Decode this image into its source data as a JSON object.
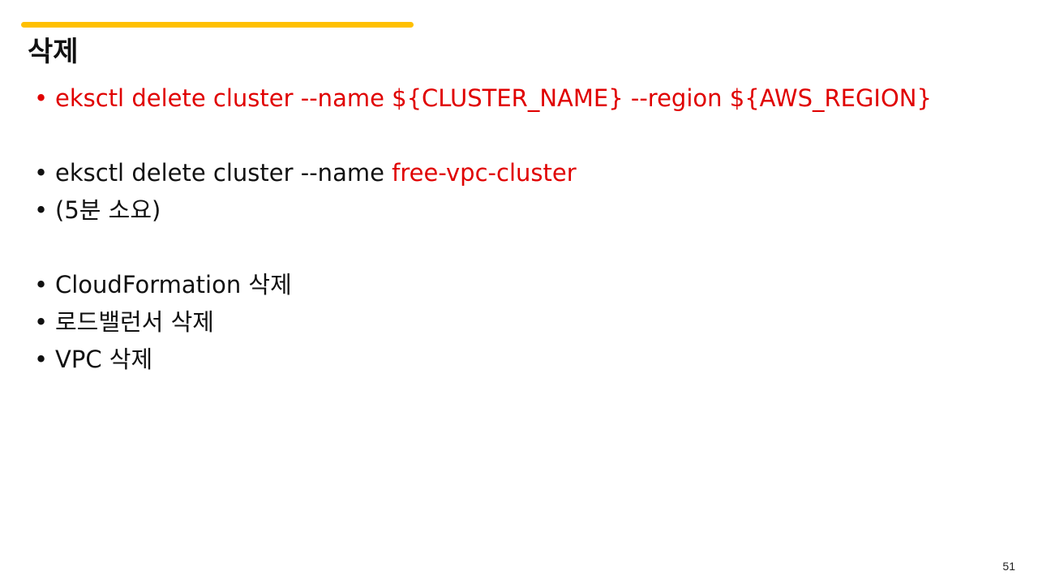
{
  "slide": {
    "accent_color": "#FFC000",
    "title": "삭제",
    "page_number": "51"
  },
  "bullets": {
    "symbol": "•",
    "item1": {
      "text": "eksctl delete cluster --name ${CLUSTER_NAME} --region ${AWS_REGION}",
      "color": "#E00000"
    },
    "item2": {
      "prefix": "eksctl delete cluster --name ",
      "highlight": "free-vpc-cluster",
      "highlight_color": "#E00000"
    },
    "item3": {
      "text": "(5분 소요)"
    },
    "item4": {
      "text": "CloudFormation 삭제"
    },
    "item5": {
      "text": "로드밸런서 삭제"
    },
    "item6": {
      "text": "VPC 삭제"
    }
  }
}
